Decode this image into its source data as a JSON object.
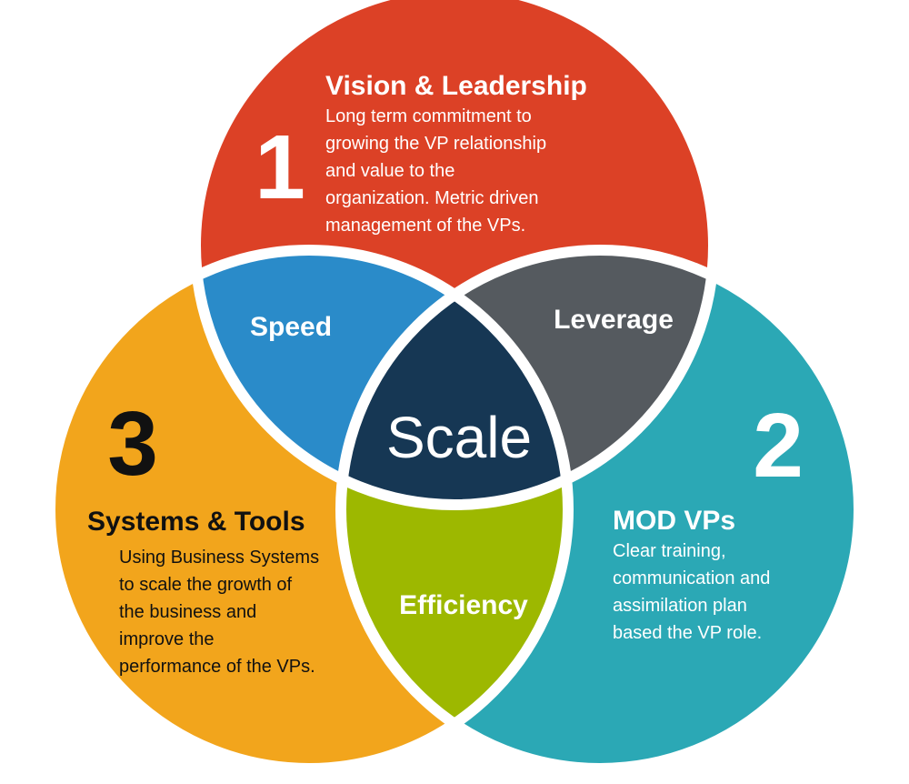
{
  "colors": {
    "top": "#dc4126",
    "right": "#2ba8b5",
    "left": "#f2a51c",
    "speed": "#2a8bc9",
    "leverage": "#555a5f",
    "efficiency": "#9db800",
    "center": "#163754",
    "outline": "#ffffff",
    "dark_text": "#111111",
    "light_text": "#ffffff"
  },
  "circles": {
    "top": {
      "number": "1",
      "title": "Vision & Leadership",
      "lines": [
        "Long term commitment to",
        "growing the VP relationship",
        "and value to the",
        "organization. Metric driven",
        "management of the VPs."
      ]
    },
    "right": {
      "number": "2",
      "title": "MOD VPs",
      "lines": [
        "Clear training,",
        "communication and",
        "assimilation plan",
        "based the VP role."
      ]
    },
    "left": {
      "number": "3",
      "title": "Systems & Tools",
      "lines": [
        "Using Business Systems",
        "to scale the growth of",
        "the business and",
        "improve the",
        "performance of the VPs."
      ]
    }
  },
  "overlaps": {
    "speed": "Speed",
    "leverage": "Leverage",
    "efficiency": "Efficiency",
    "center": "Scale"
  }
}
